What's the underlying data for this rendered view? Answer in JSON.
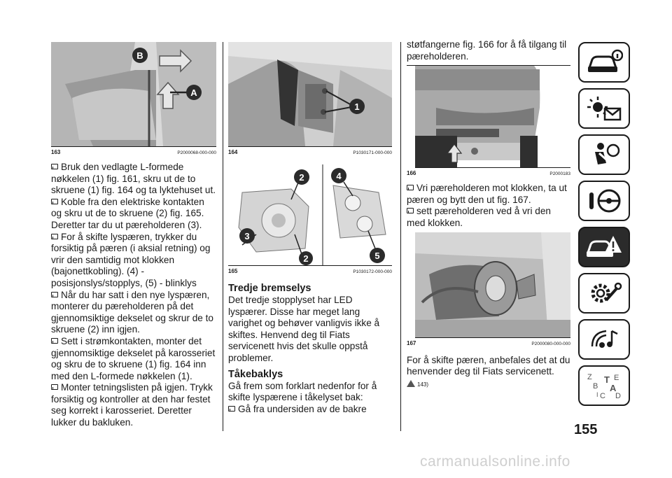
{
  "figures": {
    "f163": {
      "num": "163",
      "code": "P2000068-000-000"
    },
    "f164": {
      "num": "164",
      "code": "P1030171-000-000"
    },
    "f165": {
      "num": "165",
      "code": "P1030172-000-000"
    },
    "f166": {
      "num": "166",
      "code": "P2000183"
    },
    "f167": {
      "num": "167",
      "code": "P2000080-000-000"
    }
  },
  "fig_labels": {
    "f163_a": "A",
    "f163_b": "B",
    "f164_1": "1",
    "f165_2a": "2",
    "f165_3": "3",
    "f165_2b": "2",
    "f165_4": "4",
    "f165_5": "5"
  },
  "col1": [
    "Bruk den vedlagte L-formede nøkkelen (1) fig. 161, skru ut de to skruene (1) fig. 164 og ta lyktehuset ut.",
    "Koble fra den elektriske kontakten og skru ut de to skruene (2) fig. 165. Deretter tar du ut pæreholderen (3).",
    "For å skifte lyspæren, trykker du forsiktig på pæren (i aksial retning) og vrir den samtidig mot klokken (bajonettkobling). (4) - posisjonslys/stopplys, (5) - blinklys",
    "Når du har satt i den nye lyspæren, monterer du pæreholderen på det gjennomsiktige dekselet og skrur de to skruene (2) inn igjen.",
    "Sett i strømkontakten, monter det gjennomsiktige dekselet på karosseriet og skru de to skruene (1) fig. 164 inn med den L-formede nøkkelen (1).",
    "Monter tetningslisten på igjen. Trykk forsiktig og kontroller at den har festet seg korrekt i karosseriet. Deretter lukker du bakluken."
  ],
  "col2": {
    "heading1": "Tredje bremselys",
    "para1": "Det tredje stopplyset har LED lyspærer. Disse har meget lang varighet og behøver vanligvis ikke å skiftes. Henvend deg til Fiats servicenett hvis det skulle oppstå problemer.",
    "heading2": "Tåkebaklys",
    "para2": "Gå frem som forklart nedenfor for å skifte lyspærene i tåkelyset bak:",
    "step1": "Gå fra undersiden av de bakre"
  },
  "col3": {
    "intro": "støtfangerne fig. 166 for å få tilgang til pæreholderen.",
    "step1": "Vri pæreholderen mot klokken, ta ut pæren og bytt den ut fig. 167.",
    "step2": "sett pæreholderen ved å vri den med klokken.",
    "para": "For å skifte pæren, anbefales det at du henvender deg til Fiats servicenett.",
    "ref": "143)"
  },
  "page_number": "155",
  "footer": "carmanualsonline.info",
  "sidebar_tabs": [
    {
      "icon": "car-info-icon",
      "active": false
    },
    {
      "icon": "warning-light-message-icon",
      "active": false
    },
    {
      "icon": "airbag-seat-icon",
      "active": false
    },
    {
      "icon": "steering-key-icon",
      "active": false
    },
    {
      "icon": "car-breakdown-warning-icon",
      "active": true
    },
    {
      "icon": "wrench-gear-icon",
      "active": false
    },
    {
      "icon": "media-music-icon",
      "active": false
    },
    {
      "icon": "alphabetical-index-icon",
      "active": false
    }
  ],
  "index_letters": {
    "a": "A",
    "b": "B",
    "c": "C",
    "d": "D",
    "e": "E",
    "i": "I",
    "t": "T",
    "z": "Z"
  },
  "colors": {
    "text": "#1a1a1a",
    "badge": "#2b2b2b",
    "footer": "#cfcfcf"
  }
}
